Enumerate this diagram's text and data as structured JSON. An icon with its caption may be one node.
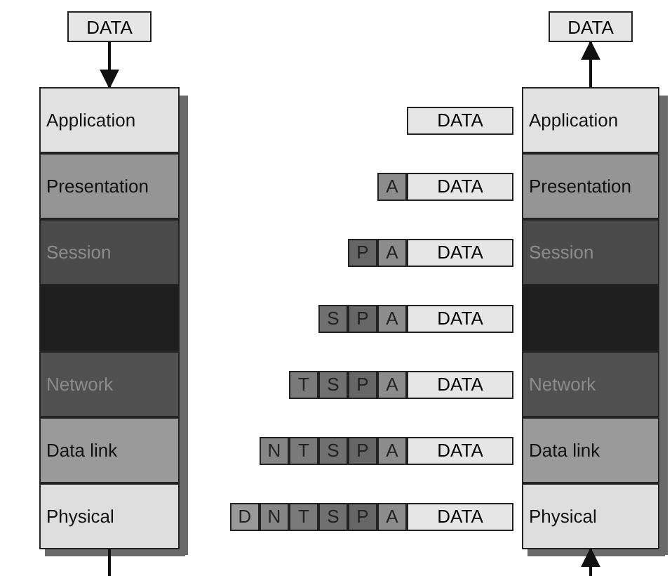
{
  "diagram": {
    "nodes": [
      {
        "text": [
          "DATA"
        ]
      },
      {
        "text": [
          "DATA"
        ]
      },
      {
        "text": [
          "Application"
        ]
      },
      {
        "text": [
          "Presentation"
        ]
      },
      {
        "text": [
          "Session"
        ]
      },
      {
        "text": [],
        "shape": "box"
      },
      {
        "text": [
          "Network"
        ]
      },
      {
        "text": [
          "Data link"
        ]
      },
      {
        "text": [
          "Physical"
        ]
      },
      {
        "text": [
          "DATA"
        ]
      },
      {
        "text": [
          "A"
        ]
      },
      {
        "text": [
          "DATA"
        ]
      },
      {
        "text": [
          "P"
        ]
      },
      {
        "text": [
          "A"
        ]
      },
      {
        "text": [
          "DATA"
        ]
      },
      {
        "text": [
          "S"
        ]
      },
      {
        "text": [
          "P"
        ]
      },
      {
        "text": [
          "A"
        ]
      },
      {
        "text": [
          "DATA"
        ]
      },
      {
        "text": [
          "T"
        ]
      },
      {
        "text": [
          "S"
        ]
      },
      {
        "text": [
          "P"
        ]
      },
      {
        "text": [
          "A"
        ]
      },
      {
        "text": [
          "DATA"
        ]
      },
      {
        "text": [
          "N"
        ]
      },
      {
        "text": [
          "T"
        ]
      },
      {
        "text": [
          "S"
        ]
      },
      {
        "text": [
          "P"
        ]
      },
      {
        "text": [
          "A"
        ]
      },
      {
        "text": [
          "DATA"
        ]
      },
      {
        "text": [
          "D"
        ]
      },
      {
        "text": [
          "N"
        ]
      },
      {
        "text": [
          "T"
        ]
      },
      {
        "text": [
          "S"
        ]
      },
      {
        "text": [
          "P"
        ]
      },
      {
        "text": [
          "A"
        ]
      },
      {
        "text": [
          "DATA"
        ]
      },
      {
        "text": [
          "Application"
        ]
      },
      {
        "text": [
          "Presentation"
        ]
      },
      {
        "text": [
          "Session"
        ]
      },
      {
        "text": [],
        "shape": "box"
      },
      {
        "text": [
          "Network"
        ]
      },
      {
        "text": [
          "Data link"
        ]
      },
      {
        "text": [
          "Physical"
        ]
      }
    ],
    "edges": [
      {
        "from": 0,
        "to": 2,
        "arrow": "to"
      },
      {
        "from": 8,
        "to": null,
        "arrow": "none"
      },
      {
        "from": 37,
        "to": 1,
        "arrow": "to"
      },
      {
        "from": null,
        "to": 43,
        "arrow": "to"
      }
    ]
  }
}
